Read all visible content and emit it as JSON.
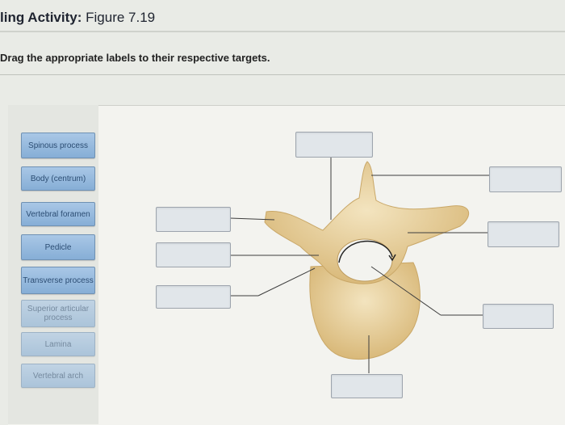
{
  "header": {
    "title": "ling Activity:",
    "figure": "Figure 7.19"
  },
  "instructions": "Drag the appropriate labels to their respective targets.",
  "labels": [
    "Spinous process",
    "Body (centrum)",
    "Vertebral foramen",
    "Pedicle",
    "Transverse process",
    "Superior articular process",
    "Lamina",
    "Vertebral arch"
  ],
  "figure": {
    "image_name": "vertebra-superior-view",
    "bone_color": "#e7cf9a",
    "target_color": "#e1e6ea",
    "label_color": "#94b8de"
  }
}
